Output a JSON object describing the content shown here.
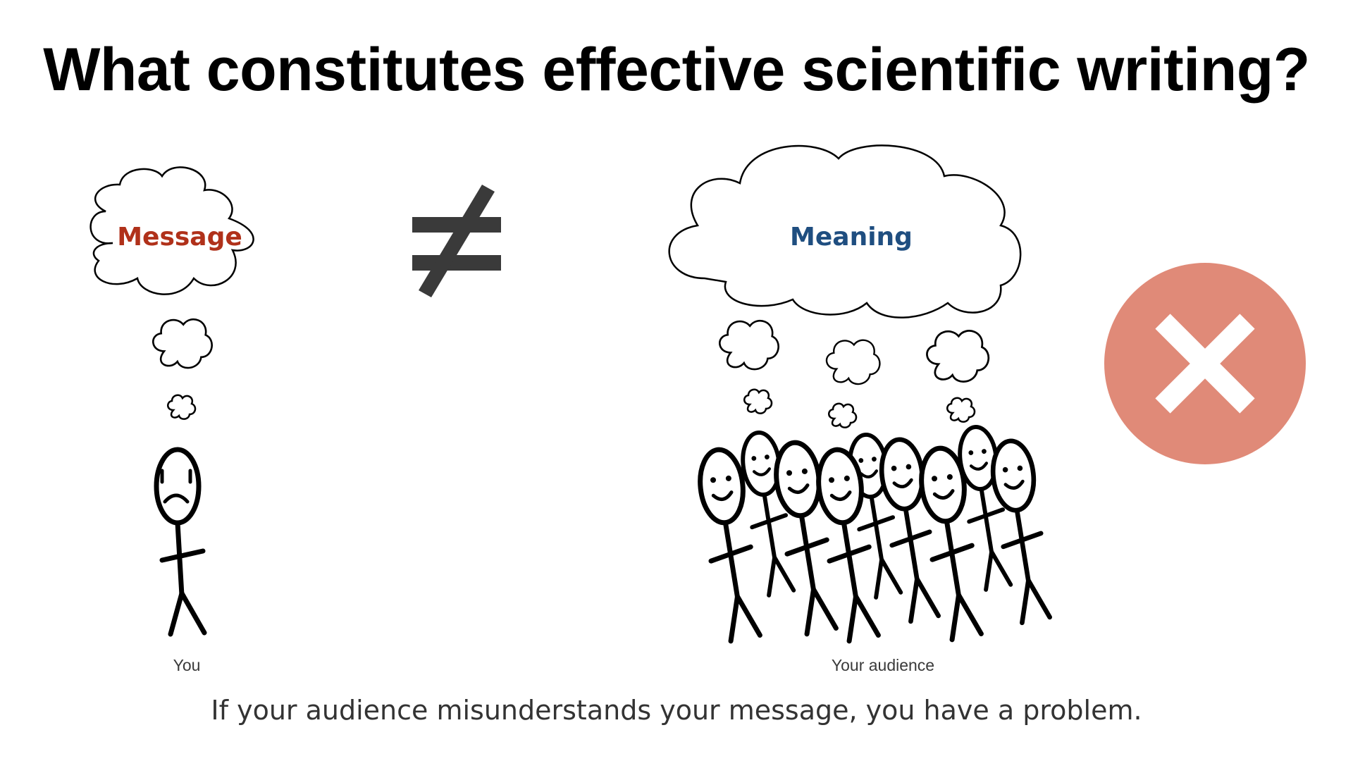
{
  "slide": {
    "title": "What constitutes effective scientific writing?",
    "sender": {
      "bubble_label": "Message",
      "caption": "You",
      "face": "sad"
    },
    "relation": {
      "symbol": "not-equal-icon"
    },
    "receivers": {
      "bubble_label": "Meaning",
      "caption": "Your audience",
      "count": 9,
      "face": "smiling"
    },
    "verdict": {
      "icon": "x-mark-icon"
    },
    "footer": "If your audience misunderstands your message, you have a problem."
  },
  "colors": {
    "message": "#B0311A",
    "meaning": "#1F4E80",
    "not_equal": "#3A3A3A",
    "verdict_circle": "#E08A78",
    "verdict_mark": "#FFFFFF",
    "line": "#000000"
  }
}
